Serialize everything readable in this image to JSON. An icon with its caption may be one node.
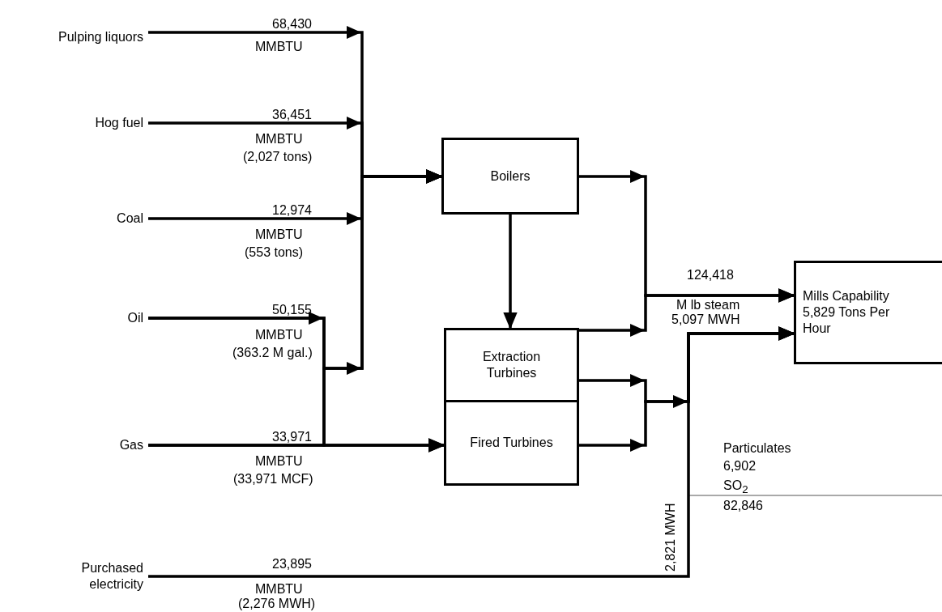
{
  "diagram": {
    "nodes": [
      {
        "text": [
          "Pulping liquors"
        ]
      },
      {
        "text": [
          "Hog fuel"
        ]
      },
      {
        "text": [
          "Coal"
        ]
      },
      {
        "text": [
          "Oil"
        ]
      },
      {
        "text": [
          "Gas"
        ]
      },
      {
        "text": [
          "Purchased electricity"
        ]
      },
      {
        "text": [
          "Boilers"
        ]
      },
      {
        "text": [
          "Extraction Turbines"
        ]
      },
      {
        "text": [
          "Fired Turbines"
        ]
      },
      {
        "text": [
          "Mills Capability 5,829 Tons Per Hour"
        ]
      }
    ],
    "edges": [
      {
        "from": 0,
        "to": 6,
        "arrow": "to"
      },
      {
        "from": 1,
        "to": 6,
        "arrow": "to"
      },
      {
        "from": 2,
        "to": 6,
        "arrow": "to"
      },
      {
        "from": 3,
        "to": 6,
        "arrow": "to"
      },
      {
        "from": 3,
        "to": 8,
        "arrow": "to"
      },
      {
        "from": 4,
        "to": 6,
        "arrow": "to"
      },
      {
        "from": 4,
        "to": 8,
        "arrow": "to"
      },
      {
        "from": 6,
        "to": 7,
        "arrow": "to"
      },
      {
        "from": 6,
        "to": 9,
        "arrow": "to"
      },
      {
        "from": 7,
        "to": 9,
        "arrow": "to"
      },
      {
        "from": 7,
        "to": 9,
        "arrow": "to"
      },
      {
        "from": 8,
        "to": 9,
        "arrow": "to"
      },
      {
        "from": 5,
        "to": 9,
        "arrow": "to"
      }
    ],
    "labels": [
      "68,430",
      "MMBTU",
      "36,451",
      "MMBTU",
      "(2,027 tons)",
      "12,974",
      "MMBTU",
      "(553 tons)",
      "50,155",
      "MMBTU",
      "(363.2 M gal.)",
      "124,418",
      "M lb steam",
      "5,097 MWH",
      "33,971",
      "MMBTU",
      "(33,971 MCF)",
      "2,821 MWH",
      "Particulates",
      "6,902",
      "SO$_{2}$",
      "82,846",
      "23,895",
      "MMBTU",
      "(2,276 MWH)"
    ]
  }
}
